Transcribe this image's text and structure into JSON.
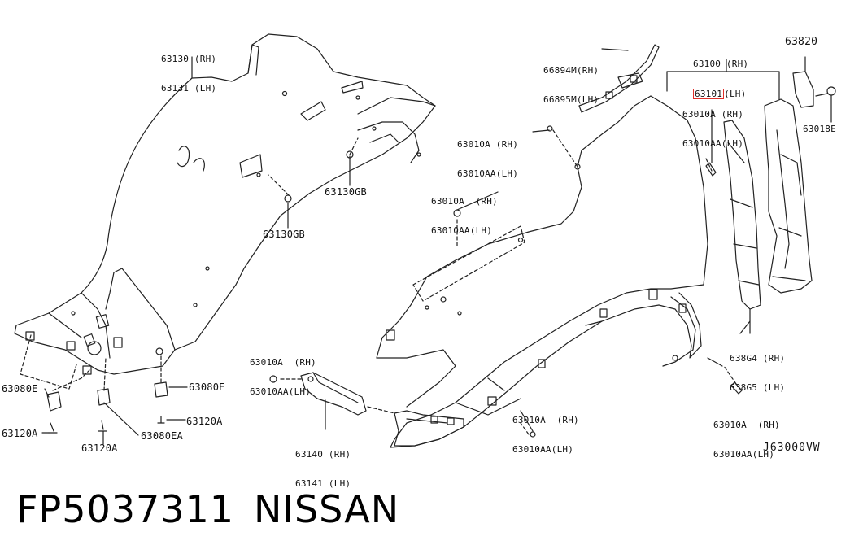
{
  "labels": {
    "l63130": [
      "63130 (RH)",
      "63131 (LH)"
    ],
    "l66894": [
      "66894M(RH)",
      "66895M(LH)"
    ],
    "l63100_rh": "63100 (RH)",
    "l63101_part": "63101",
    "l63101_side": "(LH)",
    "l63820": "63820",
    "l63018e": "63018E",
    "l63010_a": [
      "63010A (RH)",
      "63010AA(LH)"
    ],
    "l63010_b": [
      "63010A (RH)",
      "63010AA(LH)"
    ],
    "l63010_c": [
      "63010A  (RH)",
      "63010AA(LH)"
    ],
    "l63010_d": [
      "63010A  (RH)",
      "63010AA(LH)"
    ],
    "l63010_e": [
      "63010A  (RH)",
      "63010AA(LH)"
    ],
    "l63010_f": [
      "63010A  (RH)",
      "63010AA(LH)"
    ],
    "l63130gb_a": "63130GB",
    "l63130gb_b": "63130GB",
    "l638g4": [
      "638G4 (RH)",
      "638G5 (LH)"
    ],
    "l63140": [
      "63140 (RH)",
      "63141 (LH)"
    ],
    "l63080e_l": "63080E",
    "l63080e_r": "63080E",
    "l63120a_l": "63120A",
    "l63120a_r": "63120A",
    "l63120a_m": "63120A",
    "l63080ea": "63080EA"
  },
  "doc_code": "J63000VW",
  "footer": {
    "part_number": "FP5037311",
    "brand": "NISSAN"
  },
  "colors": {
    "line": "#222222",
    "highlight": "#e0302a"
  }
}
